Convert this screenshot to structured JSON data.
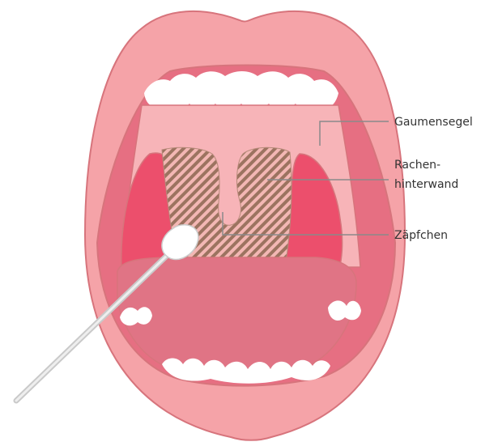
{
  "labels": {
    "soft_palate": "Gaumensegel",
    "pharynx_line1": "Rachen-",
    "pharynx_line2": "hinterwand",
    "uvula": "Zäpfchen"
  },
  "colors": {
    "lips": "#f5a3a8",
    "lip_outline": "#d7747c",
    "mouth_cavity": "#e66f82",
    "palate": "#f7b4b8",
    "tonsil_area": "#ec4f6c",
    "tongue": "#e07485",
    "pharynx_hatch_a": "#9c7360",
    "pharynx_hatch_b": "#f3b7b4",
    "teeth": "#ffffff",
    "swab_stick": "#d8d8d8",
    "swab_tip": "#ffffff",
    "leader_line": "#888888"
  }
}
